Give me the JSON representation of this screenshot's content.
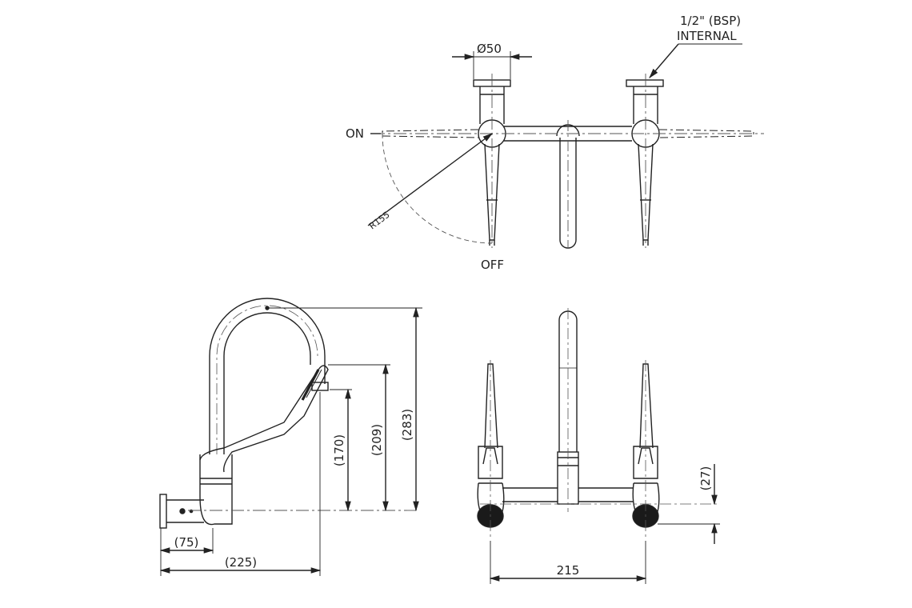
{
  "labels": {
    "thread_line1": "1/2\" (BSP)",
    "thread_line2": "INTERNAL",
    "flange_diameter": "Ø50",
    "on": "ON",
    "off": "OFF",
    "radius": "R155",
    "dim_170": "(170)",
    "dim_209": "(209)",
    "dim_283": "(283)",
    "dim_75": "(75)",
    "dim_225": "(225)",
    "dim_215": "215",
    "dim_27": "(27)"
  },
  "colors": {
    "line": "#222222",
    "center_line": "#555555",
    "fill_dark": "#1a1a1a"
  }
}
